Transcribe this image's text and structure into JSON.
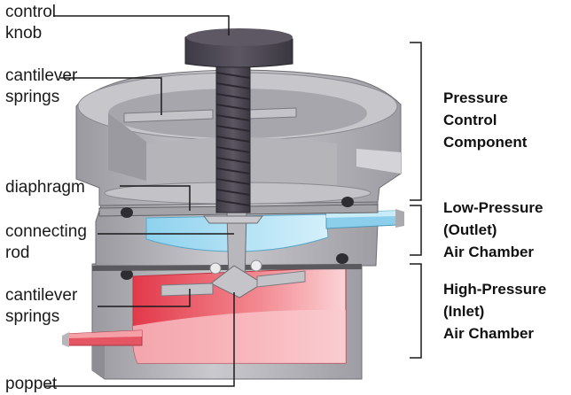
{
  "labels": {
    "control_knob": "control\nknob",
    "cantilever_springs_top": "cantilever\nsprings",
    "diaphragm": "diaphragm",
    "connecting_rod": "connecting\nrod",
    "cantilever_springs_bottom": "cantilever\nsprings",
    "poppet": "poppet"
  },
  "sections": {
    "pressure_control": "Pressure\nControl\nComponent",
    "low_pressure": "Low-Pressure\n(Outlet)\nAir Chamber",
    "high_pressure": "High-Pressure\n(Inlet)\nAir Chamber"
  },
  "colors": {
    "housing": "#b9b9be",
    "housing_dark": "#8e8e94",
    "knob": "#4a4650",
    "low_pressure_fill": "#a9def2",
    "high_pressure_fill": "#ee5d68"
  }
}
